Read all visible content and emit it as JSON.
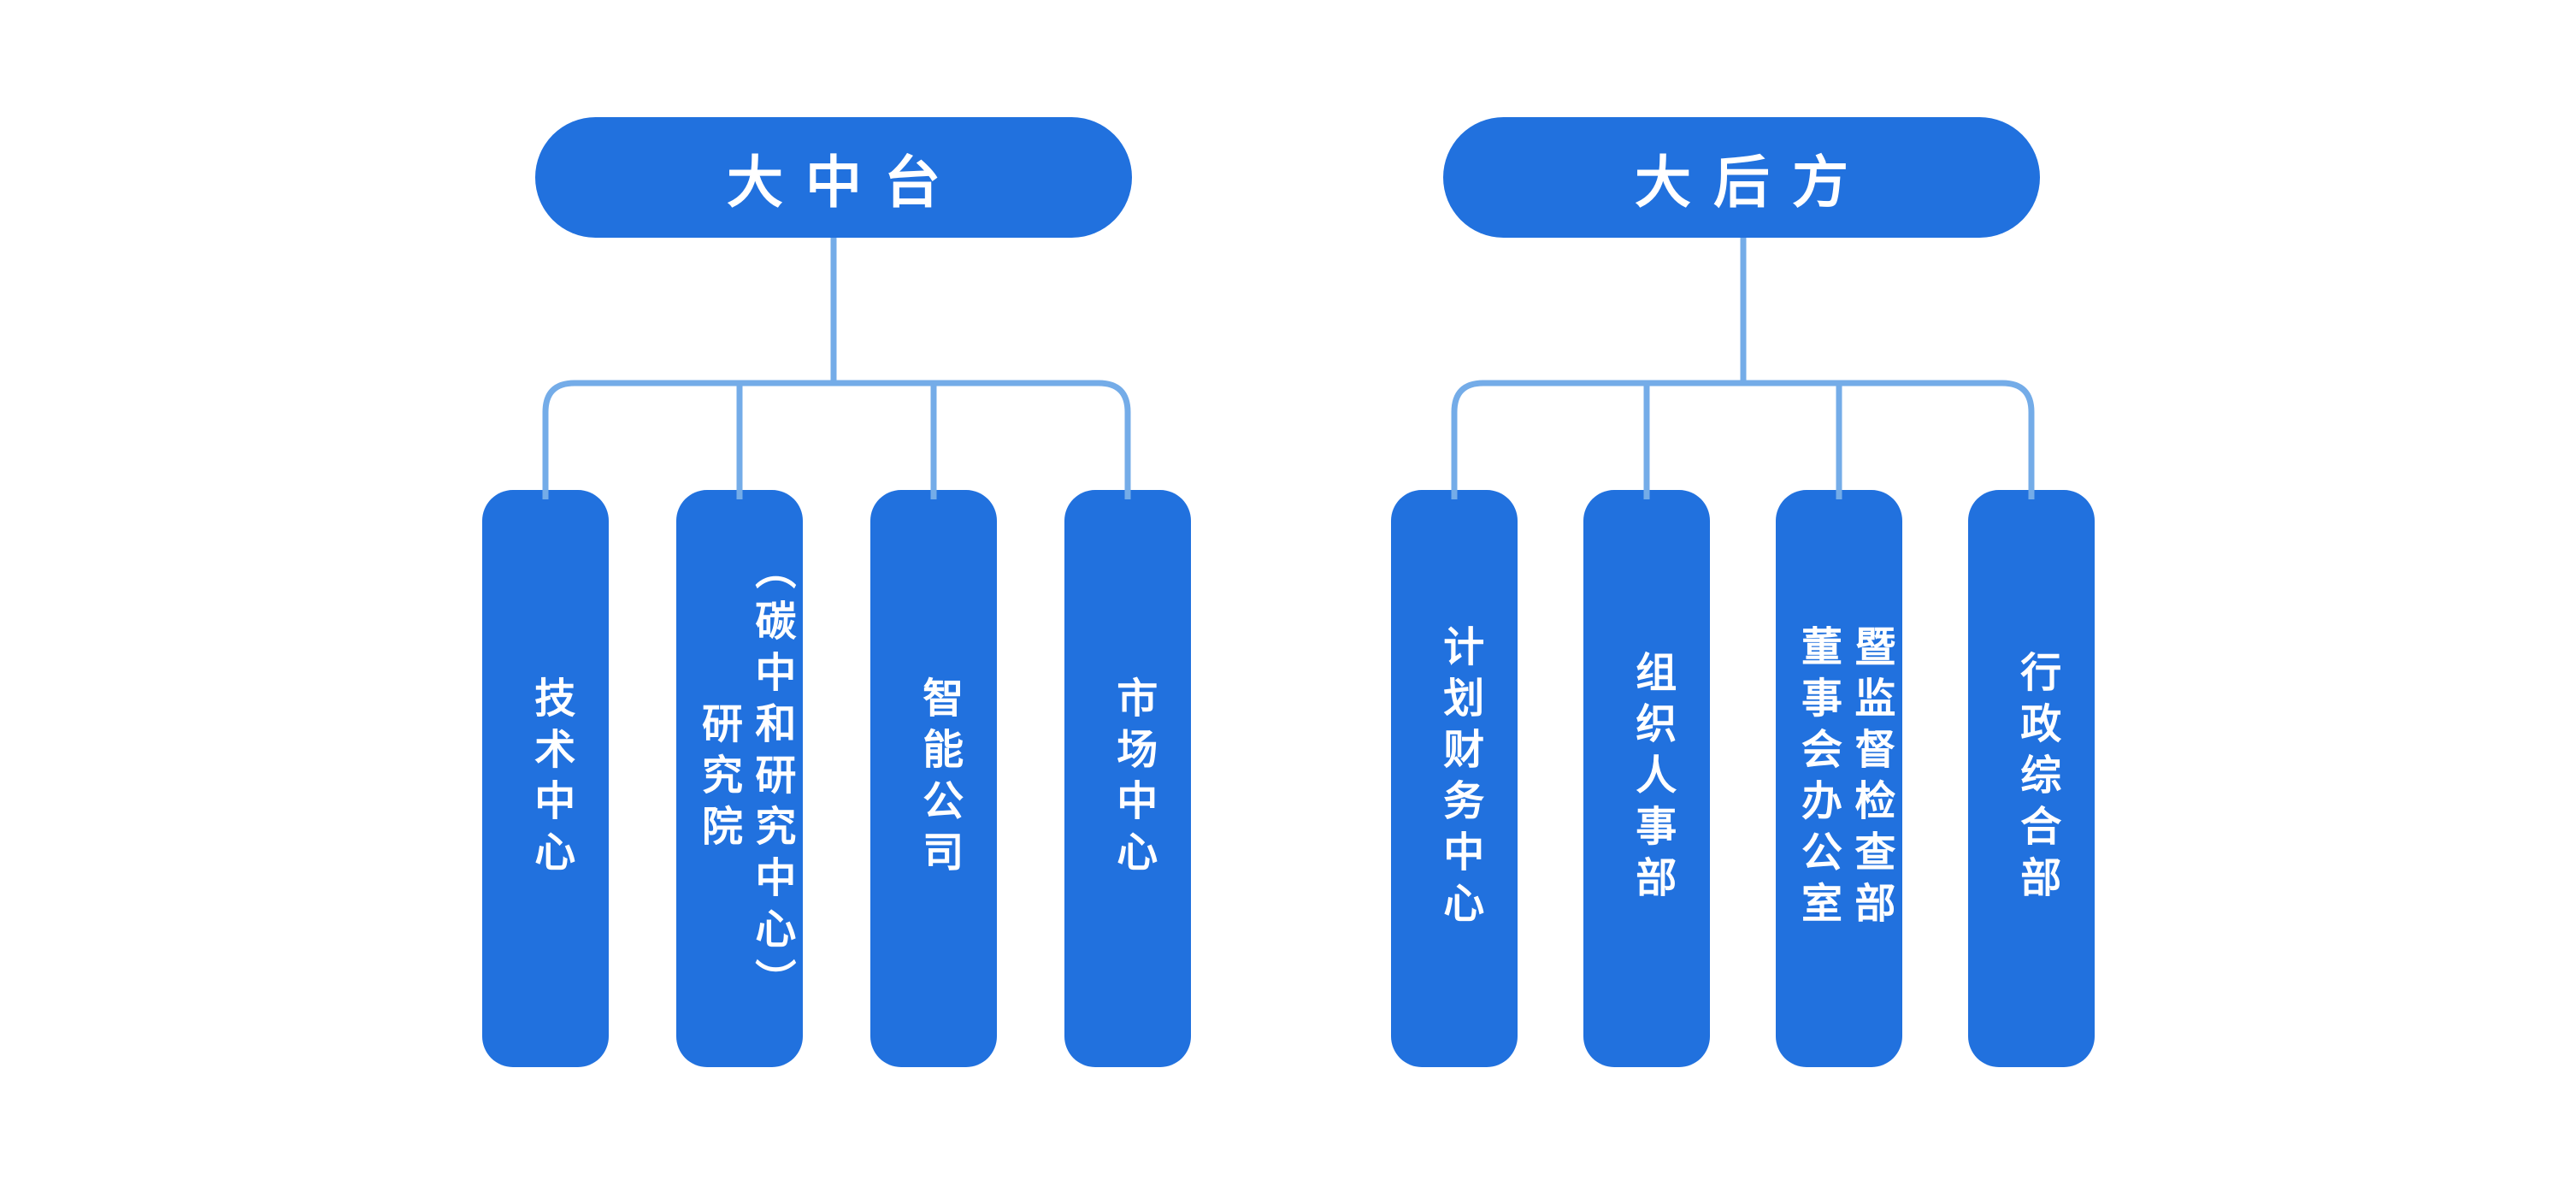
{
  "diagram": {
    "type": "org-chart",
    "groups": [
      {
        "parent": "大中台",
        "children": [
          "技术中心",
          "研究院\n（碳中和研究中心）",
          "智能公司",
          "市场中心"
        ]
      },
      {
        "parent": "大后方",
        "children": [
          "计划财务中心",
          "组织人事部",
          "董事会办公室\n暨监督检查部",
          "行政综合部"
        ]
      }
    ],
    "colors": {
      "node_fill": "#2171DE",
      "connector": "#74ACE8",
      "text": "#FFFFFF",
      "background": "#FFFFFF"
    }
  }
}
